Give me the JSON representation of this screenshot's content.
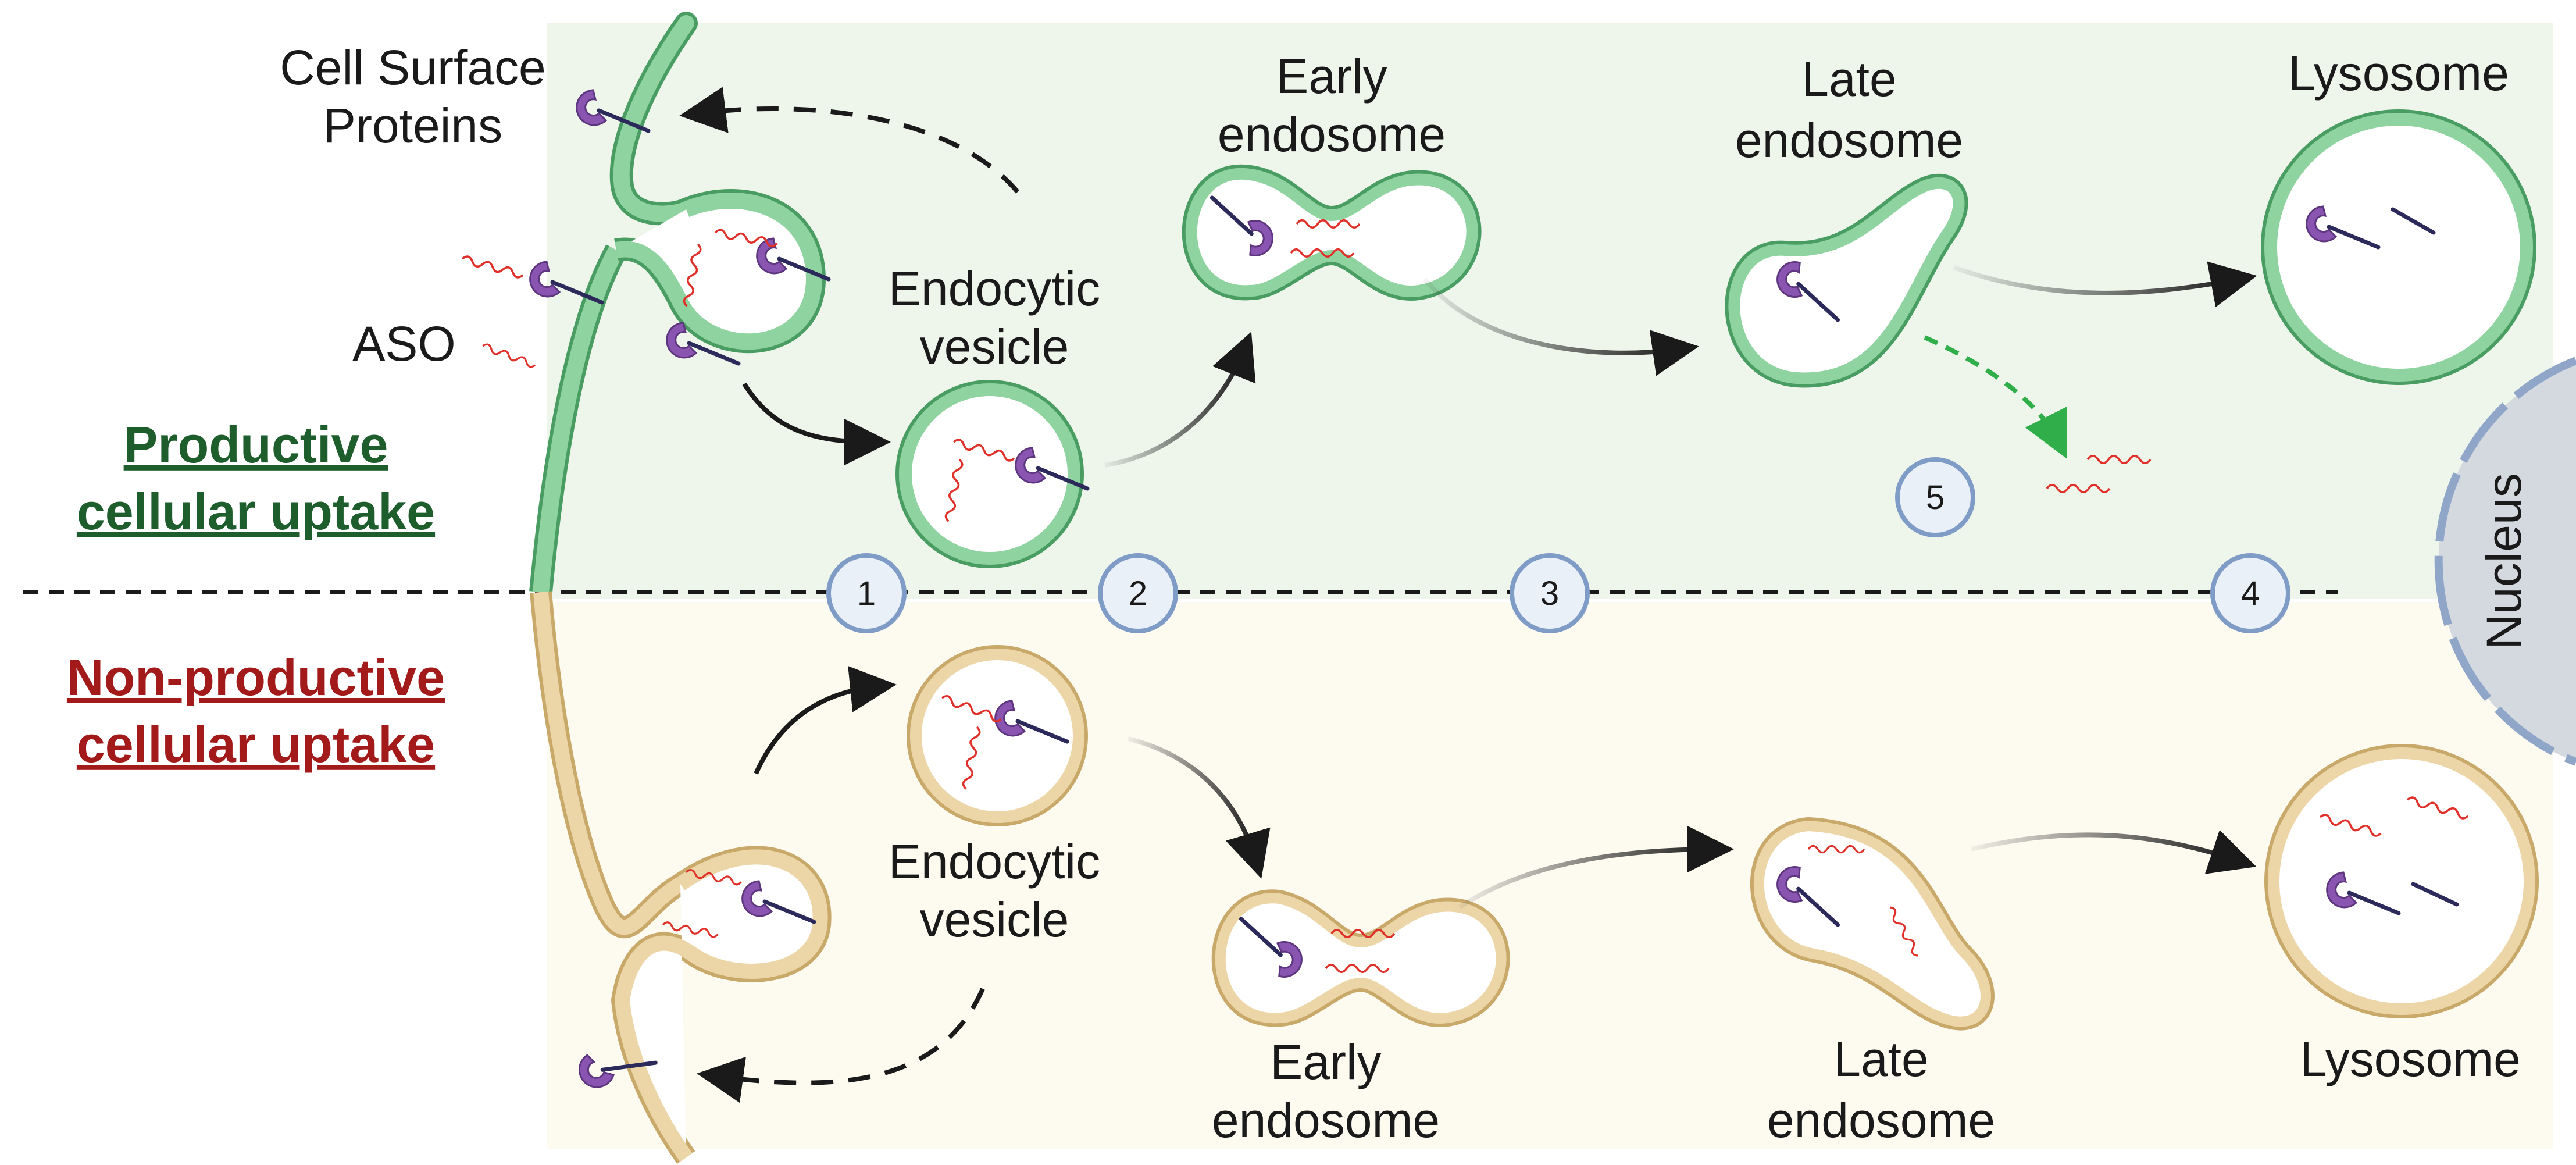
{
  "regions": {
    "productive_label_line1": "Productive",
    "productive_label_line2": "cellular uptake",
    "nonproductive_label_line1": "Non-productive",
    "nonproductive_label_line2": "cellular uptake",
    "productive_color": "#1e5e2c",
    "nonproductive_color": "#a31a1a",
    "productive_bg": "#eef6ec",
    "nonproductive_bg": "#fdfaf0"
  },
  "labels": {
    "cell_surface_line1": "Cell Surface",
    "cell_surface_line2": "Proteins",
    "aso": "ASO",
    "endocytic_vesicle_line1": "Endocytic",
    "endocytic_vesicle_line2": "vesicle",
    "early_endosome_line1": "Early",
    "early_endosome_line2": "endosome",
    "late_endosome_line1": "Late",
    "late_endosome_line2": "endosome",
    "lysosome": "Lysosome",
    "nucleus": "Nucleus"
  },
  "steps": [
    "1",
    "2",
    "3",
    "4",
    "5"
  ],
  "colors": {
    "productive_membrane": "#8fd3a0",
    "productive_membrane_edge": "#4a9d62",
    "nonproductive_membrane": "#ecd6a8",
    "nonproductive_membrane_edge": "#c9a96a",
    "aso_strand": "#e0302a",
    "receptor": "#8a55b0",
    "step_circle_edge": "#7f9cc7",
    "nucleus_fill": "#d4d9e0",
    "nucleus_edge": "#8fa6c9"
  },
  "icons": {
    "receptor": "receptor-protein-icon",
    "aso": "aso-strand-icon"
  }
}
